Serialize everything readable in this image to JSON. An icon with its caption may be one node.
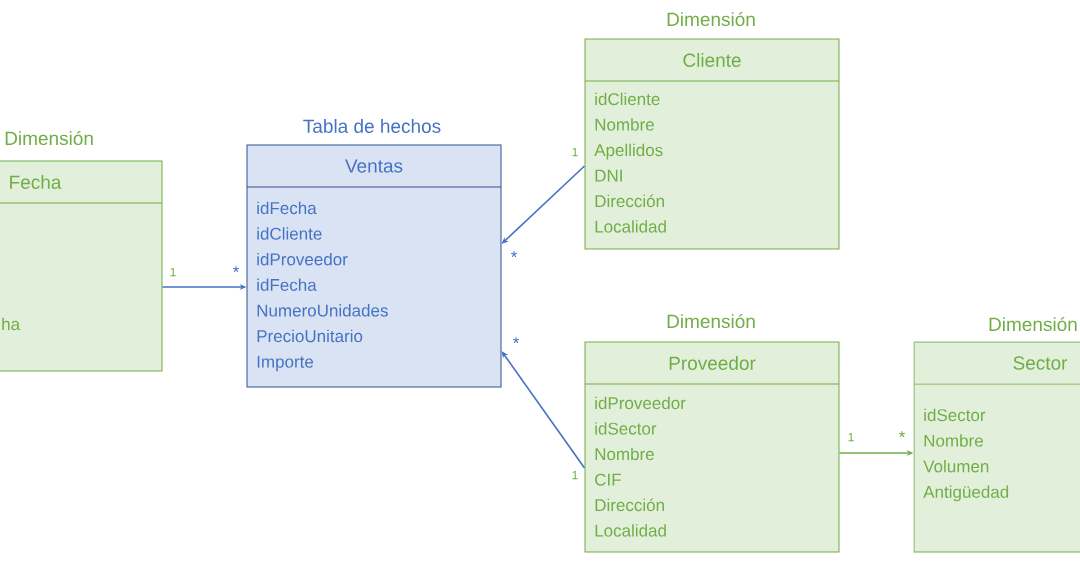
{
  "diagram": {
    "nodes": [
      {
        "text": [
          "Dimensión",
          "Fecha",
          "ha"
        ]
      },
      {
        "text": [
          "Tabla de hechos",
          "Ventas",
          "idFecha",
          "idCliente",
          "idProveedor",
          "idFecha",
          "NumeroUnidades",
          "PrecioUnitario",
          "Importe"
        ]
      },
      {
        "text": [
          "Dimensión",
          "Cliente",
          "idCliente",
          "Nombre",
          "Apellidos",
          "DNI",
          "Dirección",
          "Localidad"
        ]
      },
      {
        "text": [
          "Dimensión",
          "Proveedor",
          "idProveedor",
          "idSector",
          "Nombre",
          "CIF",
          "Dirección",
          "Localidad"
        ]
      },
      {
        "text": [
          "Dimensión",
          "Sector",
          "idSector",
          "Nombre",
          "Volumen",
          "Antigüedad"
        ]
      }
    ],
    "edges": [
      {
        "from": 0,
        "to": 1,
        "arrow": "to"
      },
      {
        "from": 2,
        "to": 1,
        "arrow": "to"
      },
      {
        "from": 3,
        "to": 1,
        "arrow": "to"
      },
      {
        "from": 3,
        "to": 4,
        "arrow": "to",
        "color": "#70ad47"
      }
    ],
    "labels": [
      "1",
      "*",
      "1",
      "*",
      "*",
      "1",
      "*",
      "1"
    ]
  }
}
